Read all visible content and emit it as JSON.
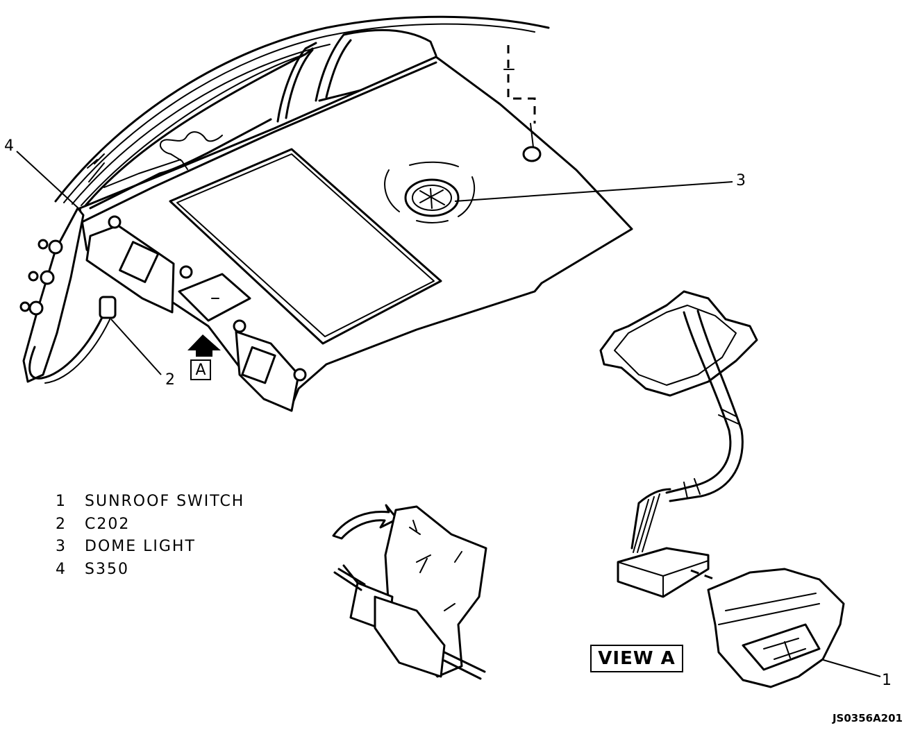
{
  "callouts": {
    "c1": "1",
    "c2": "2",
    "c3": "3",
    "c4": "4"
  },
  "legend": [
    {
      "number": "1",
      "label": "SUNROOF SWITCH"
    },
    {
      "number": "2",
      "label": "C202"
    },
    {
      "number": "3",
      "label": "DOME LIGHT"
    },
    {
      "number": "4",
      "label": "S350"
    }
  ],
  "view_label": "VIEW A",
  "view_arrow_letter": "A",
  "figure_code": "JS0356A201"
}
